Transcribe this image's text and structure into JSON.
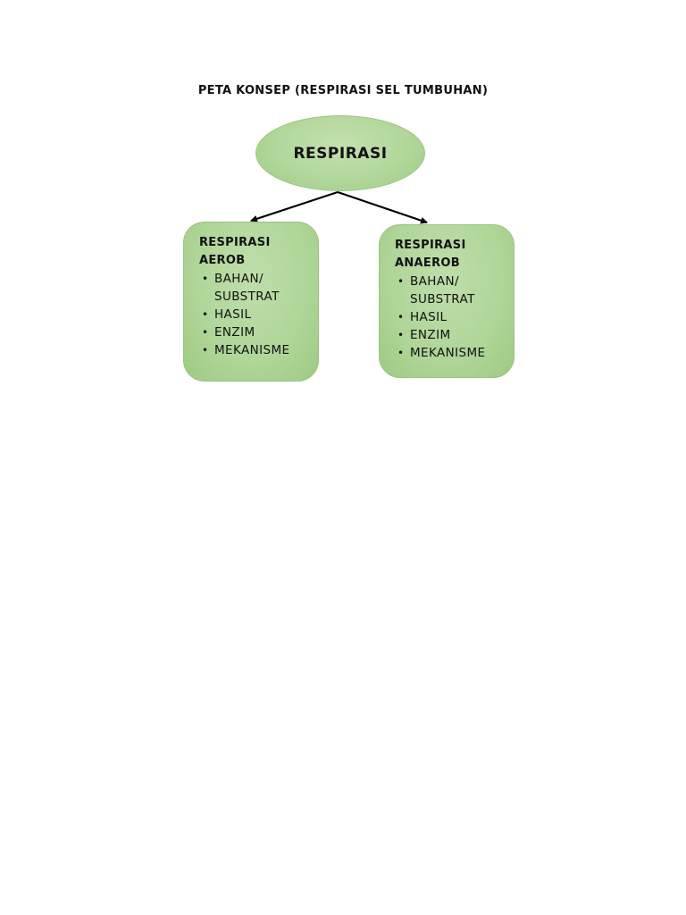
{
  "title": "PETA KONSEP (RESPIRASI SEL TUMBUHAN)",
  "root": {
    "label": "RESPIRASI"
  },
  "colors": {
    "node_fill": "#b1d79a",
    "node_border": "#9cc583",
    "arrow": "#000000"
  },
  "nodes": [
    {
      "heading_line1": "RESPIRASI",
      "heading_line2": "AEROB",
      "items": [
        {
          "line1": "BAHAN/",
          "line2": "SUBSTRAT"
        },
        {
          "line1": "HASIL"
        },
        {
          "line1": "ENZIM"
        },
        {
          "line1": "MEKANISME"
        }
      ]
    },
    {
      "heading_line1": "RESPIRASI",
      "heading_line2": "ANAEROB",
      "items": [
        {
          "line1": "BAHAN/",
          "line2": "SUBSTRAT"
        },
        {
          "line1": "HASIL"
        },
        {
          "line1": "ENZIM"
        },
        {
          "line1": "MEKANISME"
        }
      ]
    }
  ],
  "bullet_glyph": "•"
}
